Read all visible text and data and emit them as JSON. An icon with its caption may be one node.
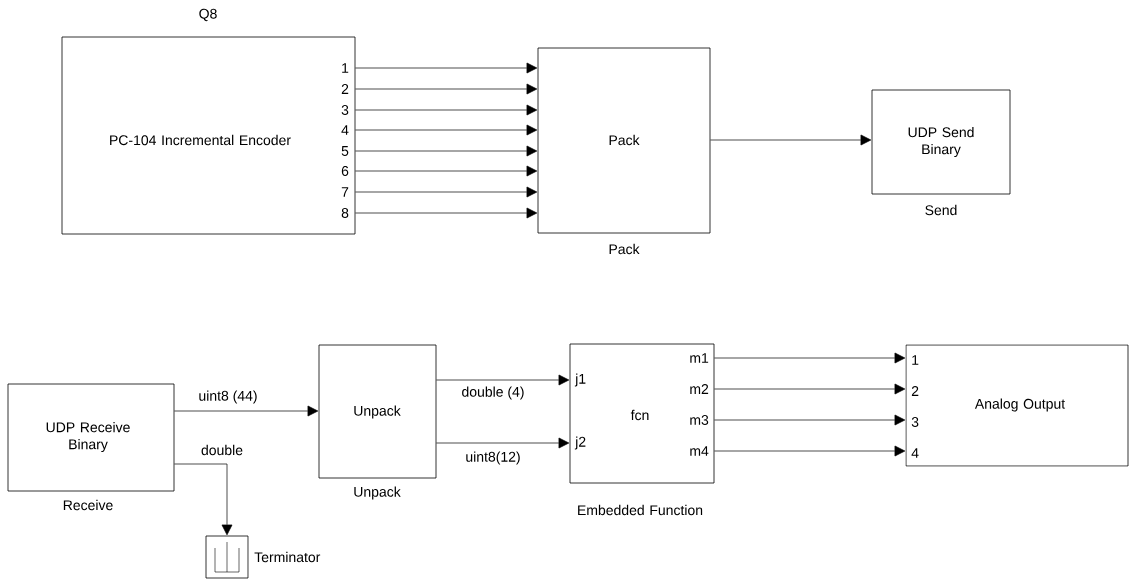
{
  "diagram": {
    "nodes": [
      {
        "text": [
          "Q8",
          "PC-104 Incremental Encoder",
          "1",
          "2",
          "3",
          "4",
          "5",
          "6",
          "7",
          "8"
        ]
      },
      {
        "text": [
          "Pack"
        ],
        "beside": [
          "Pack"
        ]
      },
      {
        "text": [
          "UDP Send Binary"
        ],
        "beside": [
          "Send"
        ]
      },
      {
        "text": [
          "UDP Receive Binary"
        ],
        "beside": [
          "Receive"
        ]
      },
      {
        "text": [
          "Unpack"
        ],
        "beside": [
          "Unpack"
        ]
      },
      {
        "text": [
          "fcn",
          "j1",
          "j2",
          "m1",
          "m2",
          "m3",
          "m4"
        ],
        "beside": [
          "Embedded Function"
        ]
      },
      {
        "text": [
          "Analog Output",
          "1",
          "2",
          "3",
          "4"
        ]
      },
      {
        "text": [],
        "shape": "box",
        "beside": [
          "Terminator"
        ]
      }
    ],
    "edges": [
      {
        "from": 0,
        "to": 1,
        "arrow": "to"
      },
      {
        "from": 0,
        "to": 1,
        "arrow": "to"
      },
      {
        "from": 0,
        "to": 1,
        "arrow": "to"
      },
      {
        "from": 0,
        "to": 1,
        "arrow": "to"
      },
      {
        "from": 0,
        "to": 1,
        "arrow": "to"
      },
      {
        "from": 0,
        "to": 1,
        "arrow": "to"
      },
      {
        "from": 0,
        "to": 1,
        "arrow": "to"
      },
      {
        "from": 0,
        "to": 1,
        "arrow": "to"
      },
      {
        "from": 1,
        "to": 2,
        "arrow": "to"
      },
      {
        "from": 3,
        "to": 4,
        "arrow": "to",
        "label": "uint8 (44)"
      },
      {
        "from": 3,
        "to": 7,
        "arrow": "to",
        "label": "double"
      },
      {
        "from": 4,
        "to": 5,
        "arrow": "to",
        "label": "double (4)"
      },
      {
        "from": 4,
        "to": 5,
        "arrow": "to",
        "label": "uint8(12)"
      },
      {
        "from": 5,
        "to": 6,
        "arrow": "to"
      },
      {
        "from": 5,
        "to": 6,
        "arrow": "to"
      },
      {
        "from": 5,
        "to": 6,
        "arrow": "to"
      },
      {
        "from": 5,
        "to": 6,
        "arrow": "to"
      }
    ]
  }
}
